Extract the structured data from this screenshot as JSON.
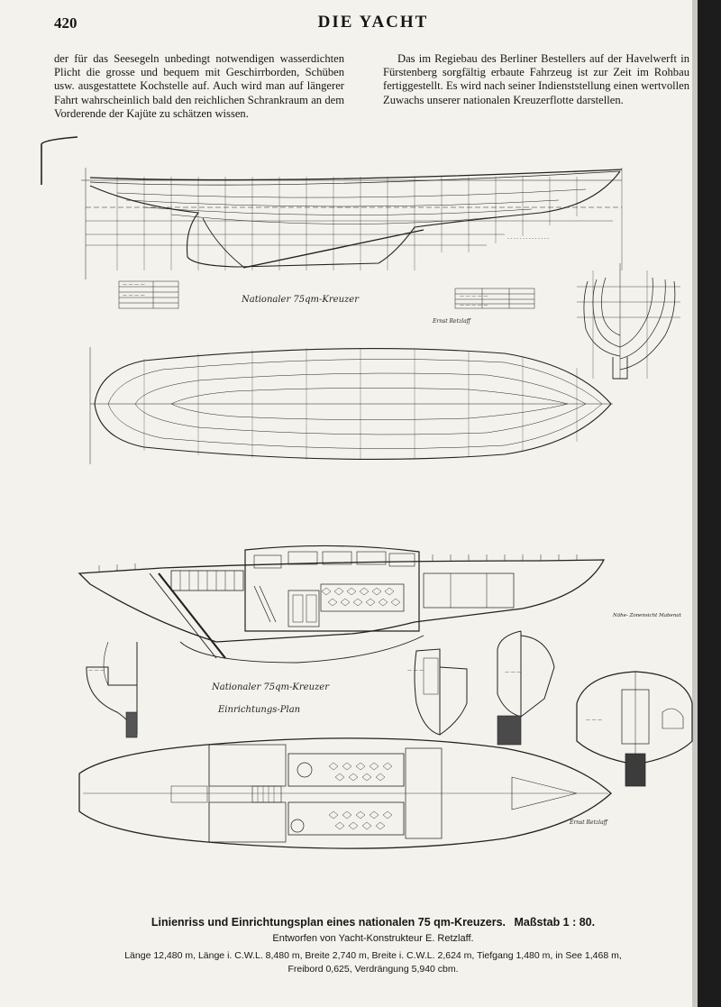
{
  "header": {
    "page_number": "420",
    "title": "DIE YACHT"
  },
  "text": {
    "left_column": "der für das Seesegeln unbedingt notwendigen wasserdichten Plicht die grosse und bequem mit Geschirrborden, Schüben usw. ausgestattete Kochstelle auf. Auch wird man auf längerer Fahrt wahrscheinlich bald den reichlichen Schrankraum an dem Vorderende der Kajüte zu schätzen wissen.",
    "right_column": "Das im Regiebau des Berliner Bestellers auf der Havelwerft in Fürstenberg sorgfältig erbaute Fahrzeug ist zur Zeit im Rohbau fertiggestellt. Es wird nach seiner Indienststellung einen wertvollen Zuwachs unserer nationalen Kreuzerflotte darstellen."
  },
  "drawing_labels": {
    "lines_plan_title": "Nationaler 75qm-Kreuzer",
    "lines_signature": "Ernst Retzlaff",
    "interior_title": "Nationaler 75qm-Kreuzer",
    "interior_subtitle": "Einrichtungs-Plan",
    "section_label": "Nähe- Zonensicht Mabenat",
    "plan_signature": "Ernst Retzlaff"
  },
  "caption": {
    "title": "Linienriss und Einrichtungsplan eines nationalen 75 qm-Kreuzers.",
    "scale": "Maßstab 1 : 80.",
    "designer": "Entworfen von Yacht-Konstrukteur E. Retzlaff.",
    "dimensions_line1": "Länge 12,480 m, Länge i. C.W.L. 8,480 m, Breite 2,740 m, Breite i. C.W.L. 2,624 m, Tiefgang 1,480 m, in See 1,468 m,",
    "dimensions_line2": "Freibord 0,625, Verdrängung 5,940 cbm."
  },
  "colors": {
    "paper": "#f4f2ec",
    "ink": "#161616",
    "edge": "#1c1c1c"
  }
}
